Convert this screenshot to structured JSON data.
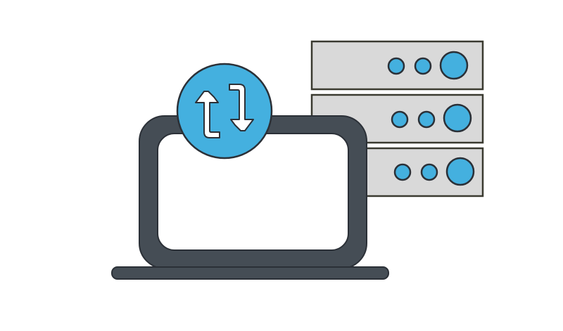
{
  "illustration": {
    "subject": "laptop-server-sync",
    "icons": {
      "laptop": "laptop-icon",
      "sync": "sync-arrows-icon",
      "server": "server-rack-icon"
    },
    "server_units": 3,
    "indicator_lights_per_unit": 3
  },
  "colors": {
    "background": "#ffffff",
    "outline": "#2b3037",
    "laptop_body": "#454d55",
    "laptop_screen": "#ffffff",
    "server_panel": "#d9d9d9",
    "server_border": "#3a3a30",
    "accent_blue": "#44b0df",
    "arrow_fill": "#ffffff"
  }
}
